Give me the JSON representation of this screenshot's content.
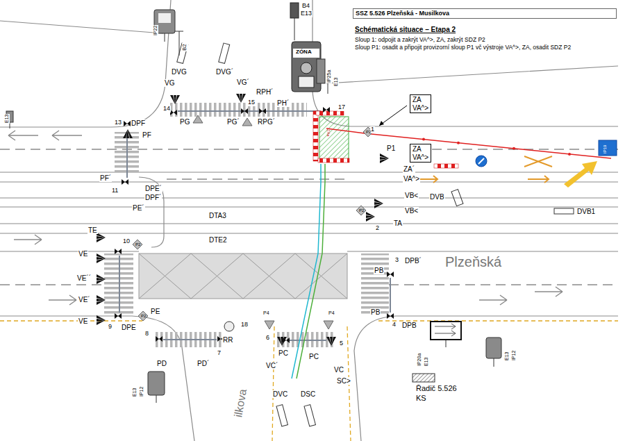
{
  "diagram": {
    "title": "SSZ 5.526 Plzeňská - Musilkova",
    "nodes": [
      {
        "text": [
          "ZA",
          "VA^>"
        ]
      },
      {
        "text": [
          "ZA",
          "VA^>"
        ]
      }
    ],
    "labels": [
      "Schématická situace – Etapa 2",
      "Sloup 1: odpojit a zakrýt VA^>, ZA, zakrýt SDZ P2",
      "Sloup P1: osadit a připojit provizorní sloup P1 vč výstroje VA^>, ZA, osadit SDZ P2",
      "IP22",
      "B2",
      "B4",
      "E13",
      "ZÓNA",
      "IP25a",
      "E13",
      "DVG",
      "DVG´",
      "VG",
      "VG´",
      "RPH´",
      "PH´",
      "14",
      "15",
      "PG",
      "PG´",
      "RPG´",
      "17",
      "E13",
      "13",
      "DPF",
      "PF",
      "PF´",
      "11",
      "DPE´",
      "DPF´",
      "PE´",
      "DTA3",
      "DTE2",
      "TE",
      "10",
      "VE",
      "VE´´",
      "VE´",
      "VE",
      "9",
      "DPE",
      "PE",
      "8",
      "PD",
      "PD´",
      "7",
      "IP12",
      "E13",
      "18",
      "RR",
      "P4",
      "6",
      "PC",
      "VC´",
      "P4",
      "5",
      "PC",
      "VC",
      "SC>",
      "DVC",
      "DSC",
      "ilkova",
      "3",
      "DPB´",
      "Plzeňská",
      "PB",
      "PB",
      "4",
      "DPB",
      "IP20a",
      "E13",
      "Řadič 5.526",
      "KS",
      "IP12",
      "E13",
      "1",
      "P2",
      "P1",
      "ZA´",
      "VA^>",
      "VB<",
      "DVB",
      "VB<",
      "P2",
      "2",
      "TA",
      "DVB1",
      "IP19",
      "P2",
      "P2",
      "Z4a"
    ]
  }
}
